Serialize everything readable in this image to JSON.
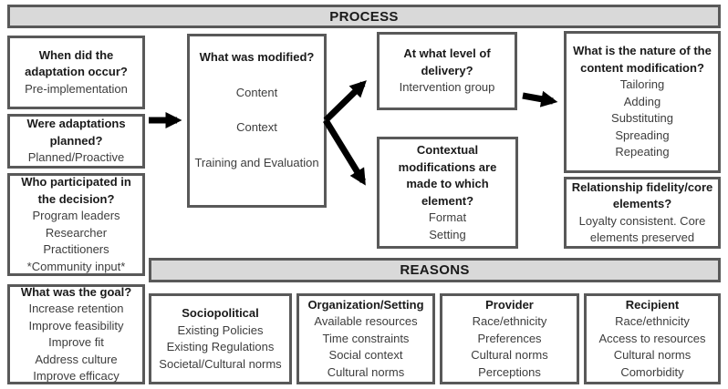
{
  "process_bar": {
    "label": "PROCESS"
  },
  "reasons_bar": {
    "label": "REASONS"
  },
  "boxes": {
    "when": {
      "heading": "When did the adaptation occur?",
      "items": [
        "Pre-implementation"
      ]
    },
    "planned": {
      "heading": "Were adaptations planned?",
      "items": [
        "Planned/Proactive"
      ]
    },
    "who": {
      "heading": "Who participated in the decision?",
      "items": [
        "Program leaders",
        "Researcher",
        "Practitioners",
        "*Community input*"
      ]
    },
    "goal": {
      "heading": "What was the goal?",
      "items": [
        "Increase retention",
        "Improve feasibility",
        "Improve fit",
        "Address culture",
        "Improve efficacy"
      ]
    },
    "modified": {
      "heading": "What was modified?",
      "items": [
        "Content",
        "Context",
        "Training and Evaluation"
      ]
    },
    "level": {
      "heading": "At what level of delivery?",
      "items": [
        "Intervention group"
      ]
    },
    "contextual": {
      "heading": "Contextual modifications are made to which element?",
      "items": [
        "Format",
        "Setting"
      ]
    },
    "nature": {
      "heading": "What is the nature of the content modification?",
      "items": [
        "Tailoring",
        "Adding",
        "Substituting",
        "Spreading",
        "Repeating"
      ]
    },
    "relationship": {
      "heading": "Relationship fidelity/core elements?",
      "items": [
        "Loyalty consistent. Core elements preserved"
      ]
    },
    "sociopolitical": {
      "heading": "Sociopolitical",
      "items": [
        "Existing Policies",
        "Existing Regulations",
        "Societal/Cultural norms"
      ]
    },
    "organization": {
      "heading": "Organization/Setting",
      "items": [
        "Available resources",
        "Time constraints",
        "Social context",
        "Cultural norms"
      ]
    },
    "provider": {
      "heading": "Provider",
      "items": [
        "Race/ethnicity",
        "Preferences",
        "Cultural norms",
        "Perceptions"
      ]
    },
    "recipient": {
      "heading": "Recipient",
      "items": [
        "Race/ethnicity",
        "Access to resources",
        "Cultural norms",
        "Comorbidity"
      ]
    }
  },
  "colors": {
    "bar_fill": "#d9d9d9",
    "border": "#595959",
    "heading_text": "#1a1a1a",
    "body_text": "#3d3d3d",
    "arrow": "#000000"
  }
}
